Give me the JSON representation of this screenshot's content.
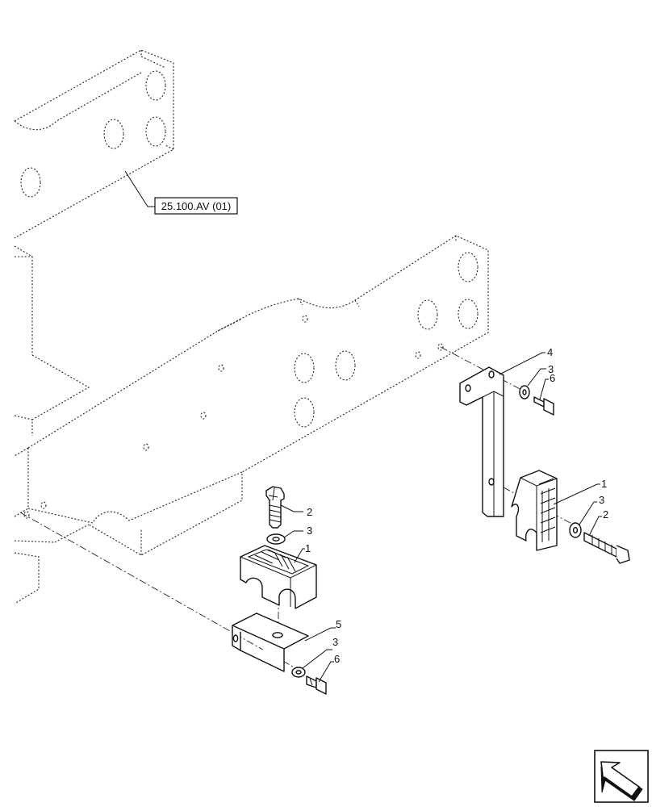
{
  "reference": {
    "label": "25.100.AV (01)"
  },
  "callouts": [
    {
      "id": "c-2-bolt-upper",
      "text": "2"
    },
    {
      "id": "c-3-washer-upper",
      "text": "3"
    },
    {
      "id": "c-1-clamp-lower",
      "text": "1"
    },
    {
      "id": "c-5-bracket",
      "text": "5"
    },
    {
      "id": "c-3-washer-lower",
      "text": "3"
    },
    {
      "id": "c-6-bolt-lower",
      "text": "6"
    },
    {
      "id": "c-4-bracket-vertical",
      "text": "4"
    },
    {
      "id": "c-3-washer-right-top",
      "text": "3"
    },
    {
      "id": "c-6-bolt-right",
      "text": "6"
    },
    {
      "id": "c-1-clamp-right",
      "text": "1"
    },
    {
      "id": "c-3-washer-right-mid",
      "text": "3"
    },
    {
      "id": "c-2-bolt-right",
      "text": "2"
    }
  ],
  "icons": {
    "navigation": "arrow-icon"
  },
  "colors": {
    "line": "#111111",
    "background": "#ffffff"
  }
}
